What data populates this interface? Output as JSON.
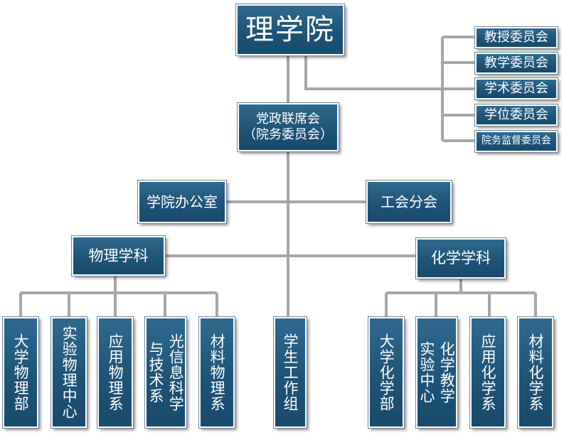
{
  "colors": {
    "box_fill": "#1f5a80",
    "box_border": "#ffffff",
    "connector": "#a6a6a6"
  },
  "top": {
    "label": "理学院"
  },
  "committees": [
    "教授委员会",
    "教学委员会",
    "学术委员会",
    "学位委员会",
    "院务监督委员会"
  ],
  "council": {
    "line1": "党政联席会",
    "line2": "（院务委员会）"
  },
  "office": {
    "label": "学院办公室"
  },
  "union": {
    "label": "工会分会"
  },
  "physics": {
    "label": "物理学科",
    "units": [
      {
        "col1": "大学物理部"
      },
      {
        "col1": "实验物理中心"
      },
      {
        "col1": "应用物理系"
      },
      {
        "col1": "光信息科学",
        "col2": "与技术系"
      },
      {
        "col1": "材料物理系"
      }
    ]
  },
  "student_work": {
    "label": "学生工作组"
  },
  "chemistry": {
    "label": "化学学科",
    "units": [
      {
        "col1": "大学化学部"
      },
      {
        "col1": "化学教学",
        "col2": "实验中心"
      },
      {
        "col1": "应用化学系"
      },
      {
        "col1": "材料化学系"
      }
    ]
  }
}
